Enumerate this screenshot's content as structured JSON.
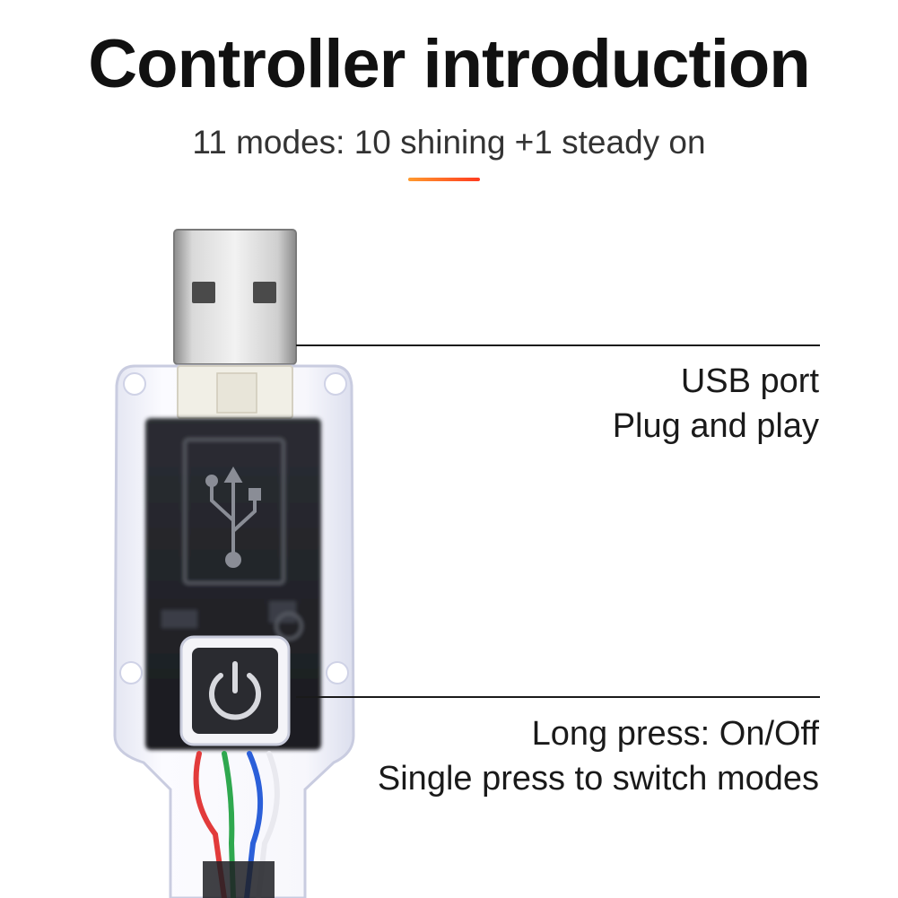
{
  "header": {
    "title": "Controller introduction",
    "subtitle": "11 modes: 10 shining +1 steady on",
    "accent_colors": [
      "#ff9a2e",
      "#ff3b1f"
    ]
  },
  "callouts": {
    "usb": {
      "line1": "USB port",
      "line2": "Plug and play"
    },
    "button": {
      "line1": "Long press: On/Off",
      "line2": "Single press to switch modes"
    }
  },
  "device": {
    "icons": [
      "usb-symbol-icon",
      "power-icon"
    ],
    "wire_colors": [
      "#e23b3b",
      "#2fa84f",
      "#2b5fd9",
      "#f2f2f2"
    ]
  }
}
